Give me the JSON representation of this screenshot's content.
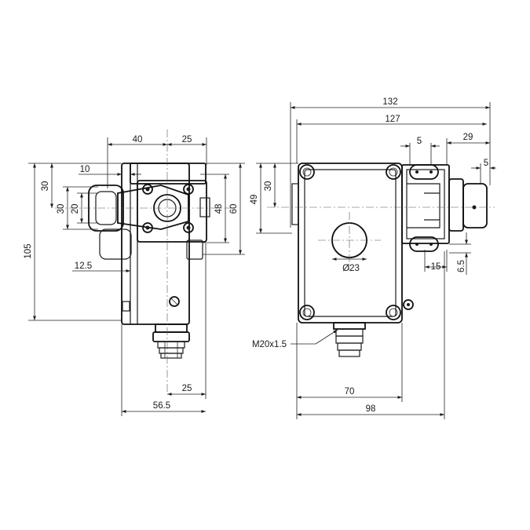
{
  "left_view": {
    "dims": {
      "d40": "40",
      "d25_top": "25",
      "d10": "10",
      "d30_outer": "30",
      "d30_inner": "30",
      "d20": "20",
      "d48": "48",
      "d60": "60",
      "d105": "105",
      "d12_5": "12.5",
      "d25_bottom": "25",
      "d56_5": "56.5"
    }
  },
  "right_view": {
    "dims": {
      "d132": "132",
      "d127": "127",
      "d5_top": "5",
      "d29": "29",
      "d5_right": "5",
      "d49": "49",
      "d30": "30",
      "dia23": "Ø23",
      "d15": "15",
      "d6_5": "6.5",
      "thread": "M20x1.5",
      "d70": "70",
      "d98": "98"
    }
  }
}
